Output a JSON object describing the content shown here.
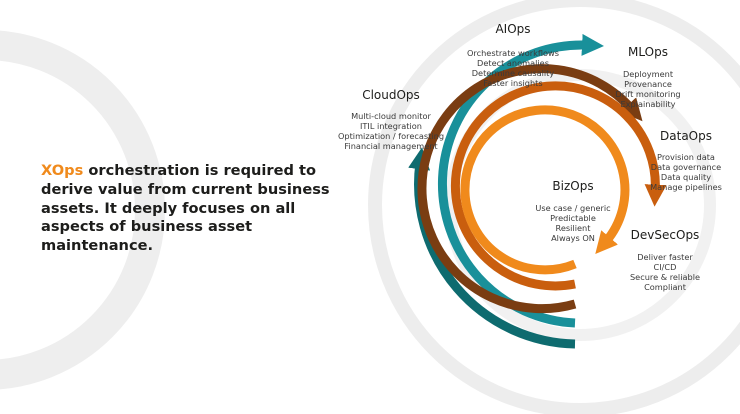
{
  "heading": {
    "accent": "XOps",
    "rest": " orchestration is required to derive value from current business assets. It deeply focuses on all aspects of business asset maintenance."
  },
  "colors": {
    "accent": "#f08a1c",
    "text": "#1d1d1b",
    "ring_gray": "#e6e6e6",
    "teal_dark": "#0e6b6f",
    "teal": "#19909a",
    "brown": "#7a3d12",
    "orange_dark": "#c95e0e",
    "orange": "#f08a1c"
  },
  "layers": [
    {
      "title": "CloudOps",
      "items": [
        "Multi-cloud monitor",
        "ITIL integration",
        "Optimization / forecasting",
        "Financial management"
      ]
    },
    {
      "title": "AIOps",
      "items": [
        "Orchestrate workflows",
        "Detect anomalies",
        "Determine causality",
        "Faster insights"
      ]
    },
    {
      "title": "MLOps",
      "items": [
        "Deployment",
        "Provenance",
        "Drift monitoring",
        "Explainability"
      ]
    },
    {
      "title": "DataOps",
      "items": [
        "Provision data",
        "Data governance",
        "Data quality",
        "Manage pipelines"
      ]
    },
    {
      "title": "DevSecOps",
      "items": [
        "Deliver faster",
        "CI/CD",
        "Secure & reliable",
        "Compliant"
      ]
    },
    {
      "title": "BizOps",
      "items": [
        "Use case / generic",
        "Predictable",
        "Resilient",
        "Always ON"
      ]
    }
  ]
}
